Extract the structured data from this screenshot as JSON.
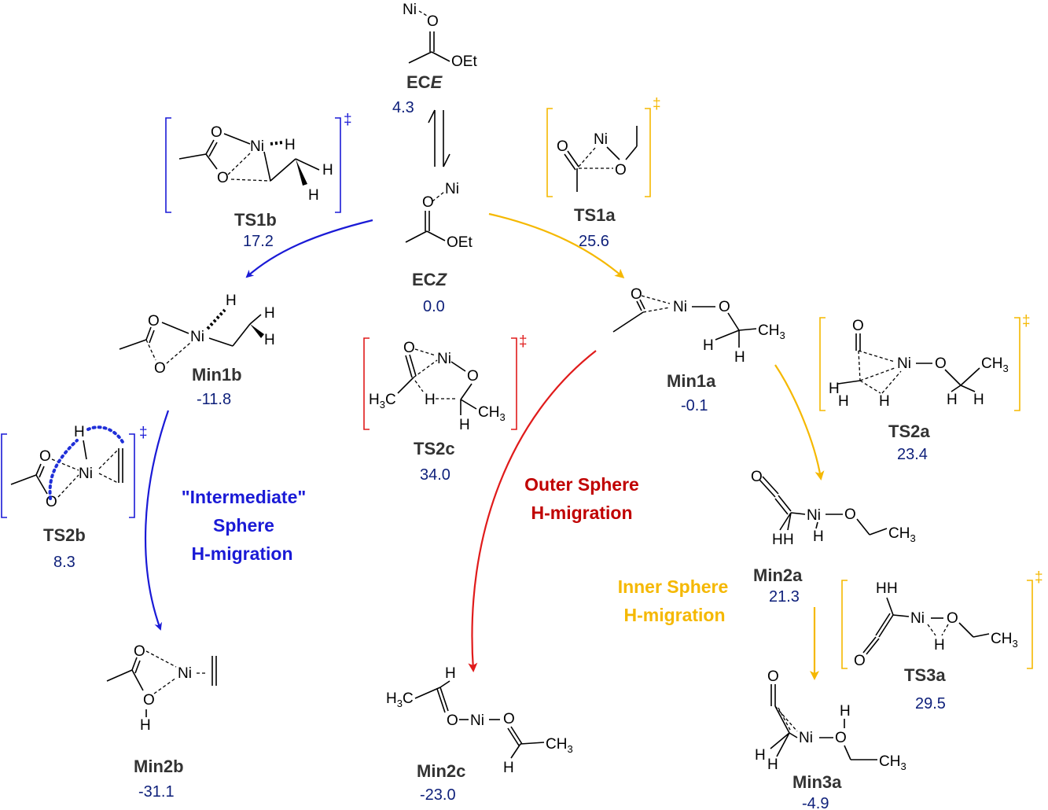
{
  "colors": {
    "blue": "#1a1ad6",
    "orange": "#f5b800",
    "red": "#e01b1b",
    "energy": "#0d1f7a",
    "name": "#333333"
  },
  "species": {
    "ECE": {
      "name_prefix": "EC",
      "name_suffix": "E",
      "energy": "4.3"
    },
    "ECZ": {
      "name_prefix": "EC",
      "name_suffix": "Z",
      "energy": "0.0"
    },
    "TS1b": {
      "name_prefix": "TS1",
      "name_suffix": "b",
      "energy": "17.2"
    },
    "TS1a": {
      "name_prefix": "TS1",
      "name_suffix": "a",
      "energy": "25.6"
    },
    "Min1b": {
      "name": "Min1b",
      "energy": "-11.8"
    },
    "Min1a": {
      "name": "Min1a",
      "energy": "-0.1"
    },
    "TS2c": {
      "name_prefix": "TS2",
      "name_suffix": "c",
      "energy": "34.0"
    },
    "TS2a": {
      "name_prefix": "TS2",
      "name_suffix": "a",
      "energy": "23.4"
    },
    "TS2b": {
      "name_prefix": "TS2",
      "name_suffix": "b",
      "energy": "8.3"
    },
    "Min2a": {
      "name": "Min2a",
      "energy": "21.3"
    },
    "TS3a": {
      "name_prefix": "TS3",
      "name_suffix": "a",
      "energy": "29.5"
    },
    "Min3a": {
      "name": "Min3a",
      "energy": "-4.9"
    },
    "Min2b": {
      "name": "Min2b",
      "energy": "-31.1"
    },
    "Min2c": {
      "name": "Min2c",
      "energy": "-23.0"
    }
  },
  "pathways": {
    "intermediate": [
      "\"Intermediate\"",
      "Sphere",
      "H-migration"
    ],
    "outer": [
      "Outer Sphere",
      "H-migration"
    ],
    "inner": [
      "Inner Sphere",
      "H-migration"
    ]
  },
  "atoms": {
    "Ni": "Ni",
    "O": "O",
    "H": "H",
    "OEt": "OEt",
    "CH": "CH",
    "C": "C",
    "H3C_H": "H",
    "sub3": "3",
    "dagger": "‡"
  }
}
